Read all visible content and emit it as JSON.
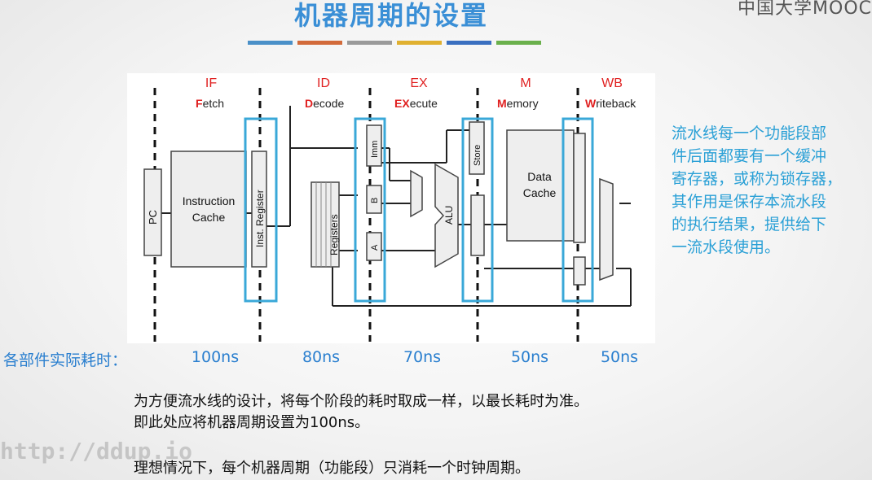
{
  "title": "机器周期的设置",
  "logo_text": "中国大学MOOC",
  "title_bar_colors": [
    "#4a90c8",
    "#d26a3a",
    "#9a9a9a",
    "#e0b030",
    "#3a6fc0",
    "#6ab04c"
  ],
  "stages": [
    {
      "name": "IF",
      "first": "F",
      "rest": "etch"
    },
    {
      "name": "ID",
      "first": "D",
      "rest": "ecode"
    },
    {
      "name": "EX",
      "first": "EX",
      "rest": "ecute"
    },
    {
      "name": "M",
      "first": "M",
      "rest": "emory"
    },
    {
      "name": "WB",
      "first": "W",
      "rest": "riteback"
    }
  ],
  "blocks": {
    "pc": "PC",
    "instruction_cache_1": "Instruction",
    "instruction_cache_2": "Cache",
    "inst_register": "Inst. Register",
    "registers": "Registers",
    "imm": "Imm",
    "b": "B",
    "a": "A",
    "alu": "ALU",
    "store": "Store",
    "data_cache_1": "Data",
    "data_cache_2": "Cache"
  },
  "side_note": [
    "流水线每一个功能段部",
    "件后面都要有一个缓冲",
    "寄存器，或称为锁存器，",
    "其作用是保存本流水段",
    "的执行结果，提供给下",
    "一流水段使用。"
  ],
  "timing": {
    "label": "各部件实际耗时：",
    "values": [
      "100ns",
      "80ns",
      "70ns",
      "50ns",
      "50ns"
    ]
  },
  "notes": [
    "为方便流水线的设计，将每个阶段的耗时取成一样，以最长耗时为准。",
    "即此处应将机器周期设置为100ns。",
    "理想情况下，每个机器周期（功能段）只消耗一个时钟周期。"
  ],
  "watermark": "http://ddup.io",
  "colors": {
    "stage_label": "#e02020",
    "highlight": "#3aa8d8",
    "note_blue": "#2aa0d6"
  }
}
